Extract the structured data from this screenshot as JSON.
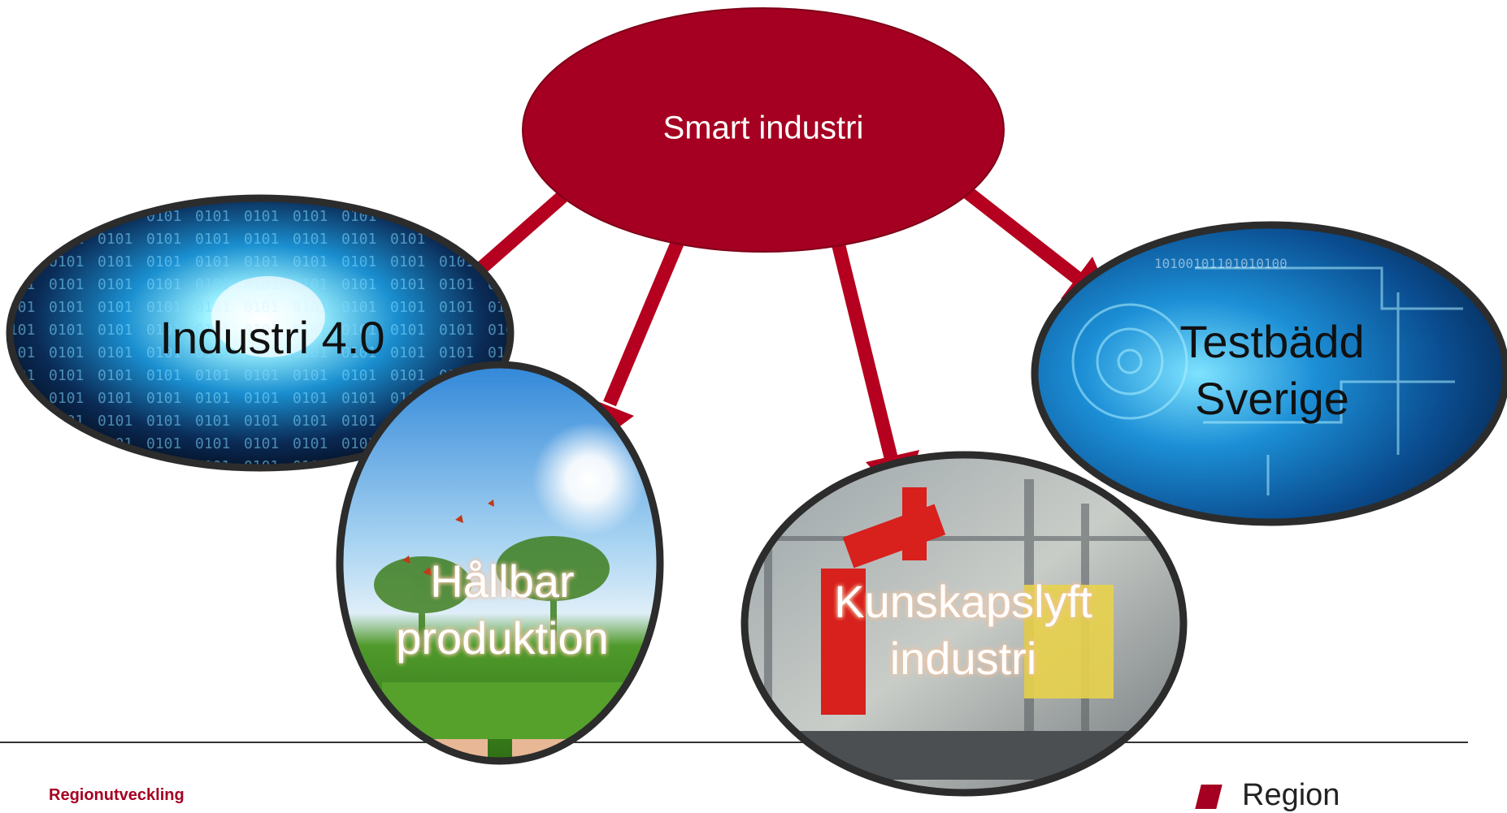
{
  "diagram": {
    "root": {
      "label": "Smart industri"
    },
    "children": [
      {
        "id": "industri40",
        "label_lines": [
          "Industri 4.0"
        ],
        "theme": "binary data tunnel"
      },
      {
        "id": "hallbar",
        "label_lines": [
          "Hållbar",
          "produktion"
        ],
        "theme": "grass in hands with butterflies"
      },
      {
        "id": "kunskapslyft",
        "label_lines": [
          "Kunskapslyft",
          "industri"
        ],
        "theme": "industrial robot factory"
      },
      {
        "id": "testbadd",
        "label_lines": [
          "Testbädd",
          "Sverige"
        ],
        "theme": "blue circuit gears"
      }
    ]
  },
  "footer": {
    "left_text": "Regionutveckling",
    "logo_text": "Region"
  },
  "colors": {
    "root_fill": "#a50021",
    "arrow": "#b5001f",
    "frame": "#2c2c2c",
    "rule": "#333333"
  }
}
